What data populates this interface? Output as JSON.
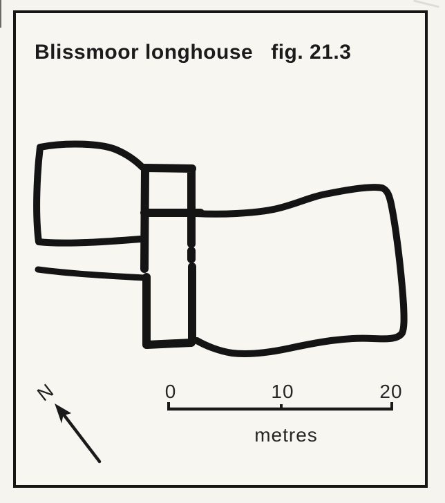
{
  "figure": {
    "title": "Blissmoor longhouse",
    "number": "fig. 21.3"
  },
  "north_indicator": {
    "label": "N"
  },
  "scale_bar": {
    "ticks": [
      "0",
      "10",
      "20"
    ],
    "unit": "metres",
    "length_metres": 20
  },
  "colors": {
    "ink": "#141414",
    "paper": "#f7f6f1"
  }
}
